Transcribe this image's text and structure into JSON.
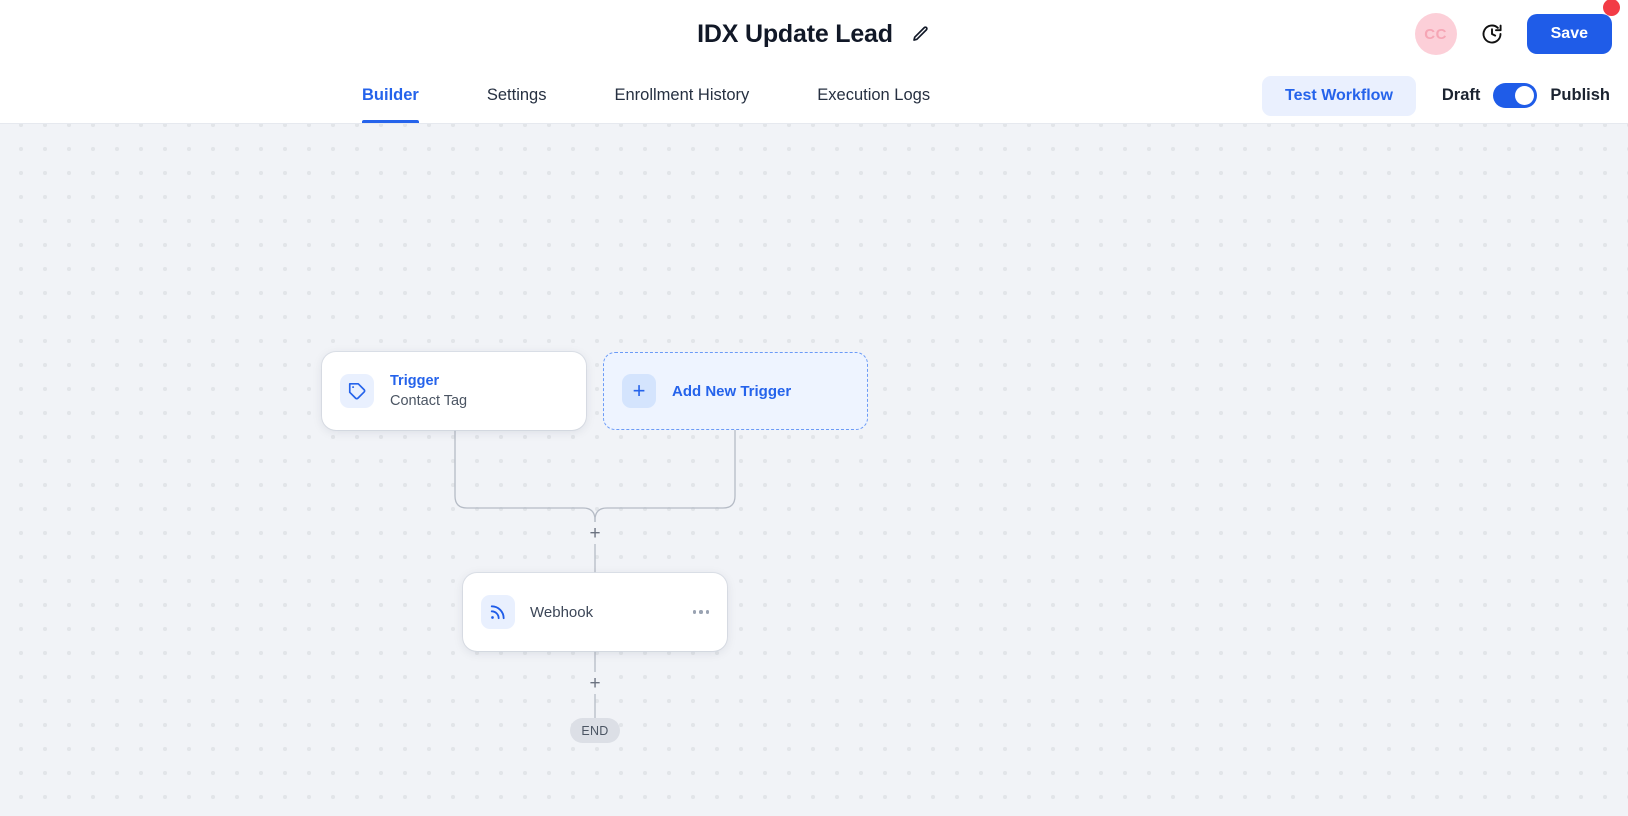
{
  "header": {
    "title": "IDX Update Lead",
    "edit_icon": "pencil-icon",
    "avatar_initials": "CC",
    "history_icon": "clock-history-icon",
    "save_label": "Save",
    "badge_color": "#f23c46",
    "save_color": "#1f5ce8"
  },
  "tabs": [
    {
      "label": "Builder",
      "active": true
    },
    {
      "label": "Settings",
      "active": false
    },
    {
      "label": "Enrollment History",
      "active": false
    },
    {
      "label": "Execution Logs",
      "active": false
    }
  ],
  "tabbar_right": {
    "test_workflow_label": "Test Workflow",
    "draft_label": "Draft",
    "publish_label": "Publish",
    "toggle_on": true,
    "accent_color": "#2563eb"
  },
  "canvas": {
    "trigger_node": {
      "icon": "tag-icon",
      "title": "Trigger",
      "subtitle": "Contact Tag"
    },
    "add_trigger_node": {
      "icon": "plus-icon",
      "label": "Add New Trigger"
    },
    "webhook_node": {
      "icon": "webhook-rss-icon",
      "label": "Webhook",
      "menu_icon": "ellipsis-icon"
    },
    "add_step_plus": "+",
    "end_label": "END"
  }
}
